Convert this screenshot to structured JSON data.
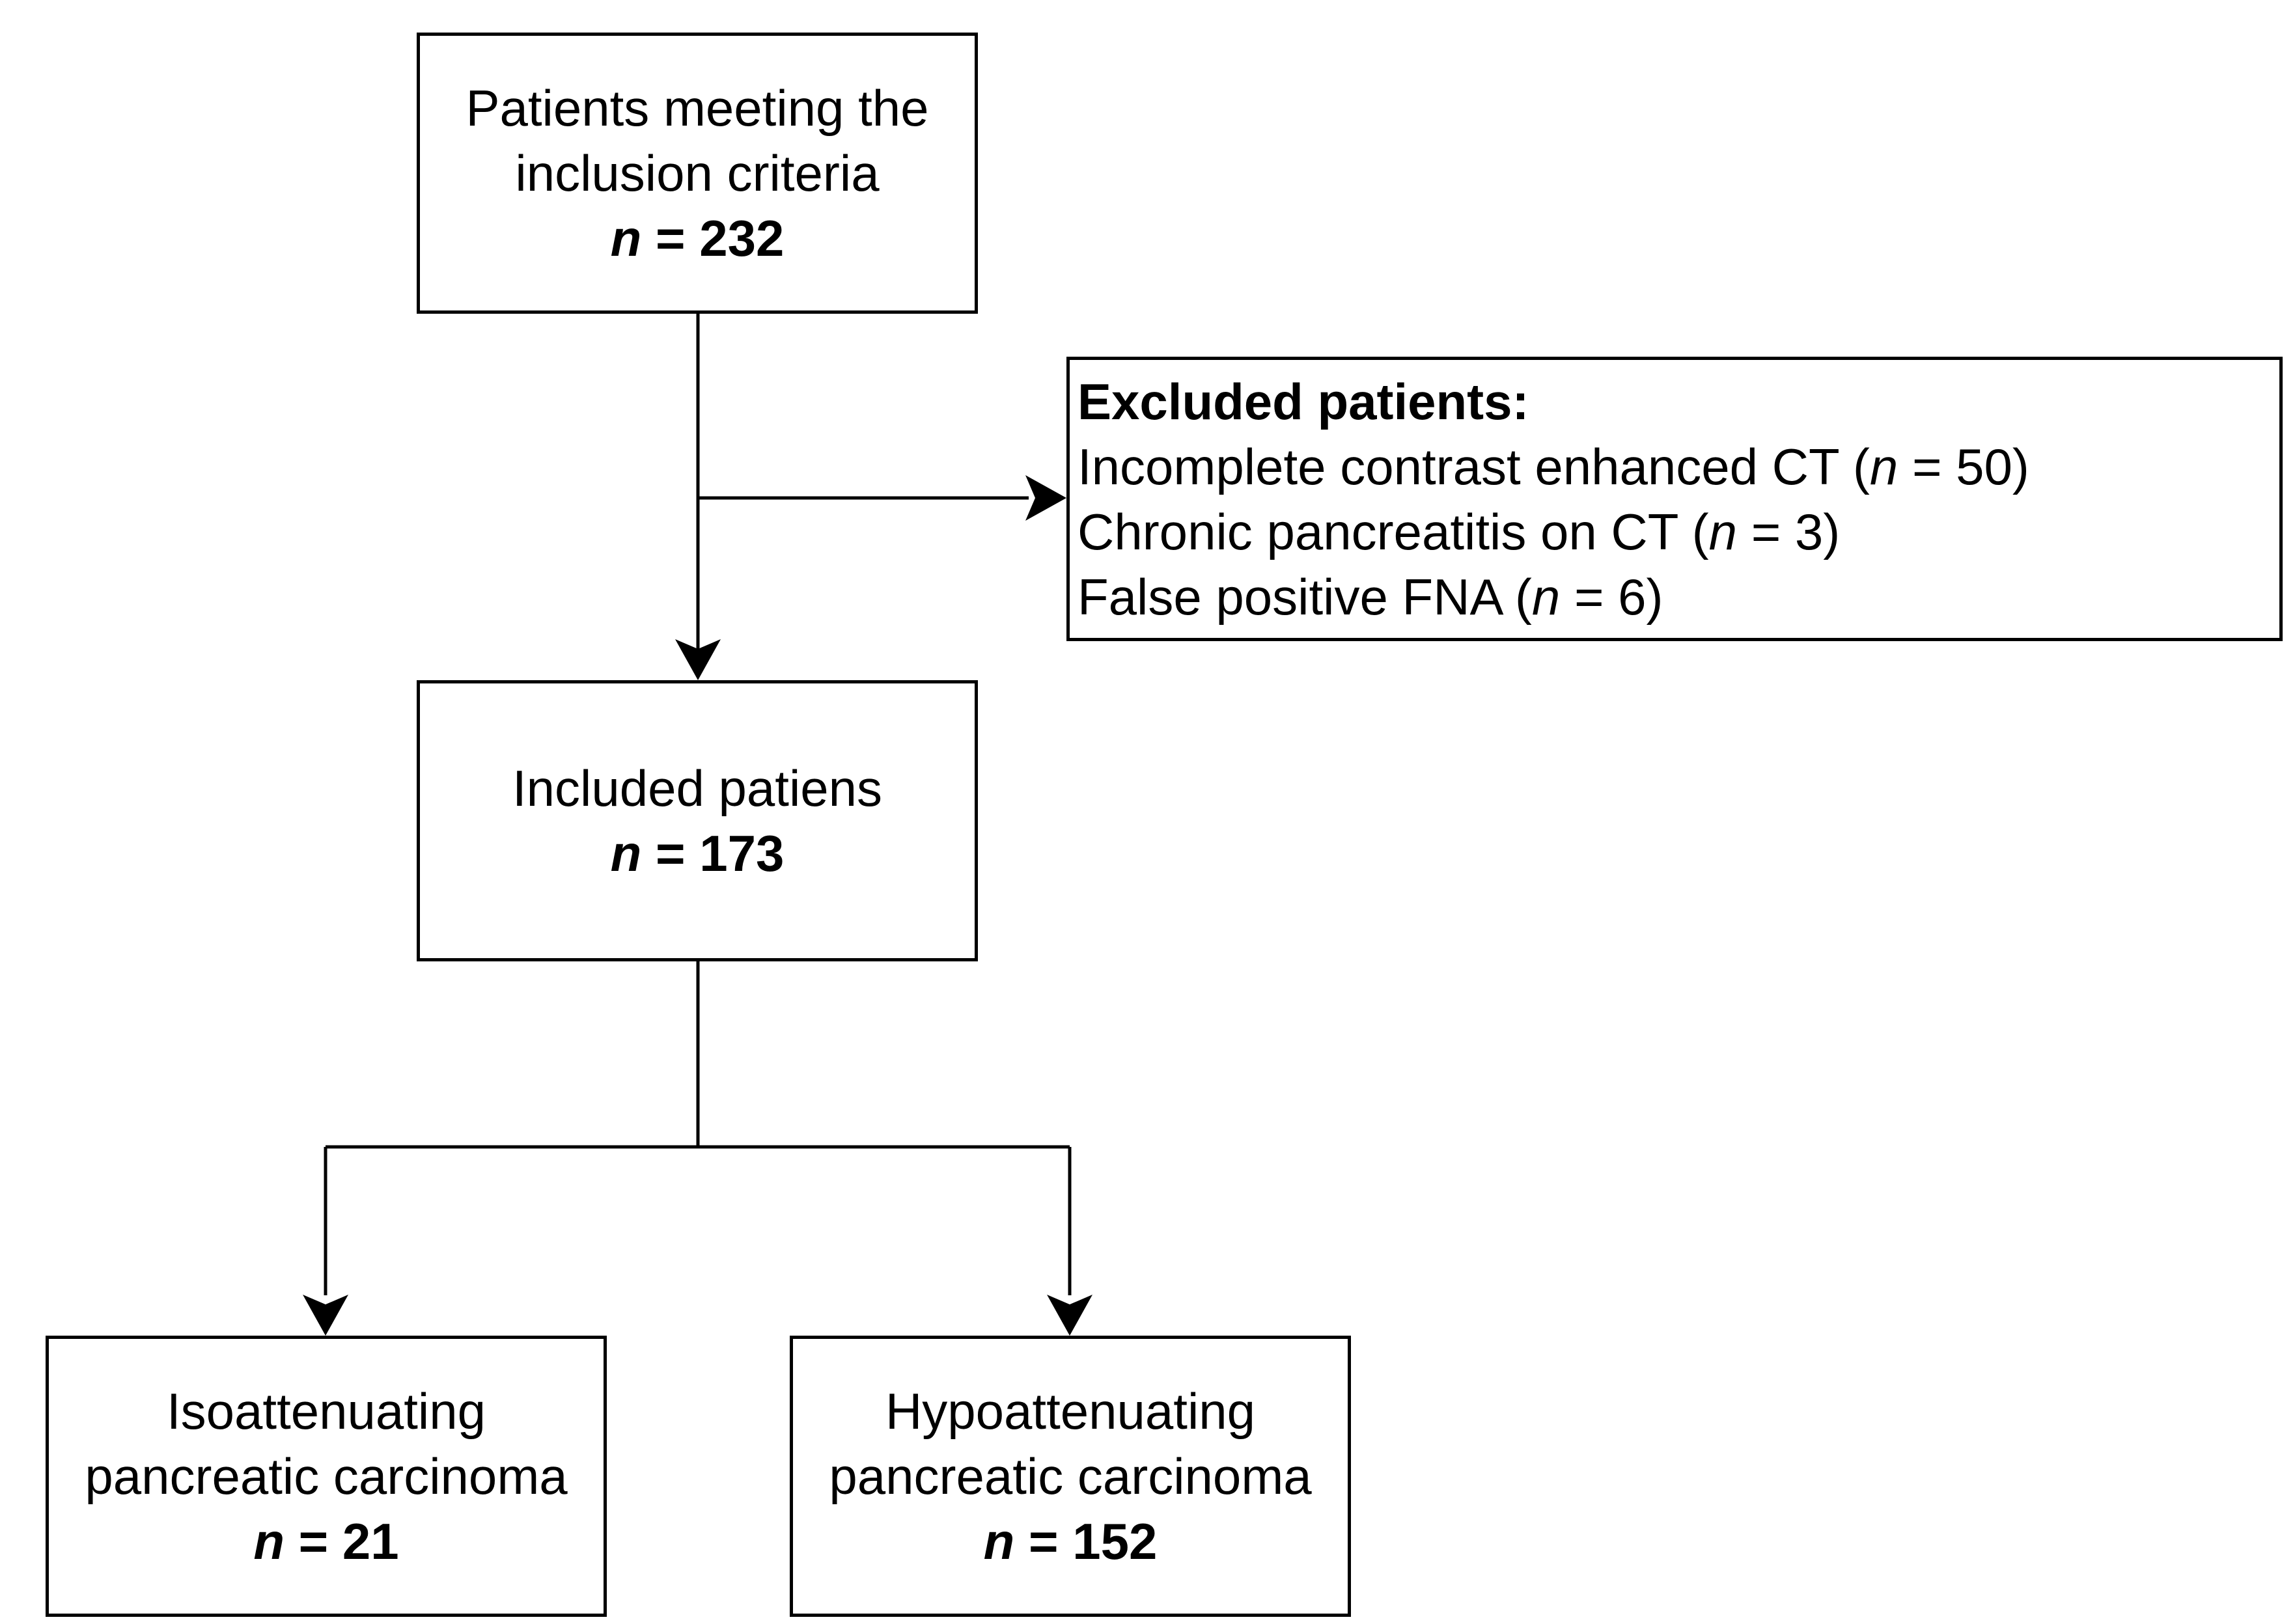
{
  "flowchart": {
    "top_box": {
      "lines": [
        "Patients meeting the",
        "inclusion criteria"
      ],
      "n_label": "n",
      "n_value": "232"
    },
    "excluded_box": {
      "title": "Excluded patients:",
      "items": [
        {
          "label": "Incomplete contrast enhanced CT (",
          "n_label": "n",
          "value": " = 50)"
        },
        {
          "label": "Chronic pancreatitis on CT (",
          "n_label": "n",
          "value": " = 3)"
        },
        {
          "label": "False positive FNA (",
          "n_label": "n",
          "value": " = 6)"
        }
      ]
    },
    "included_box": {
      "lines": [
        "Included patiens"
      ],
      "n_label": "n",
      "n_value": "173"
    },
    "iso_box": {
      "lines": [
        "Isoattenuating",
        "pancreatic carcinoma"
      ],
      "n_label": "n",
      "n_value": "21"
    },
    "hypo_box": {
      "lines": [
        "Hypoattenuating",
        "pancreatic carcinoma"
      ],
      "n_label": "n",
      "n_value": "152"
    },
    "eq_prefix": " = "
  }
}
